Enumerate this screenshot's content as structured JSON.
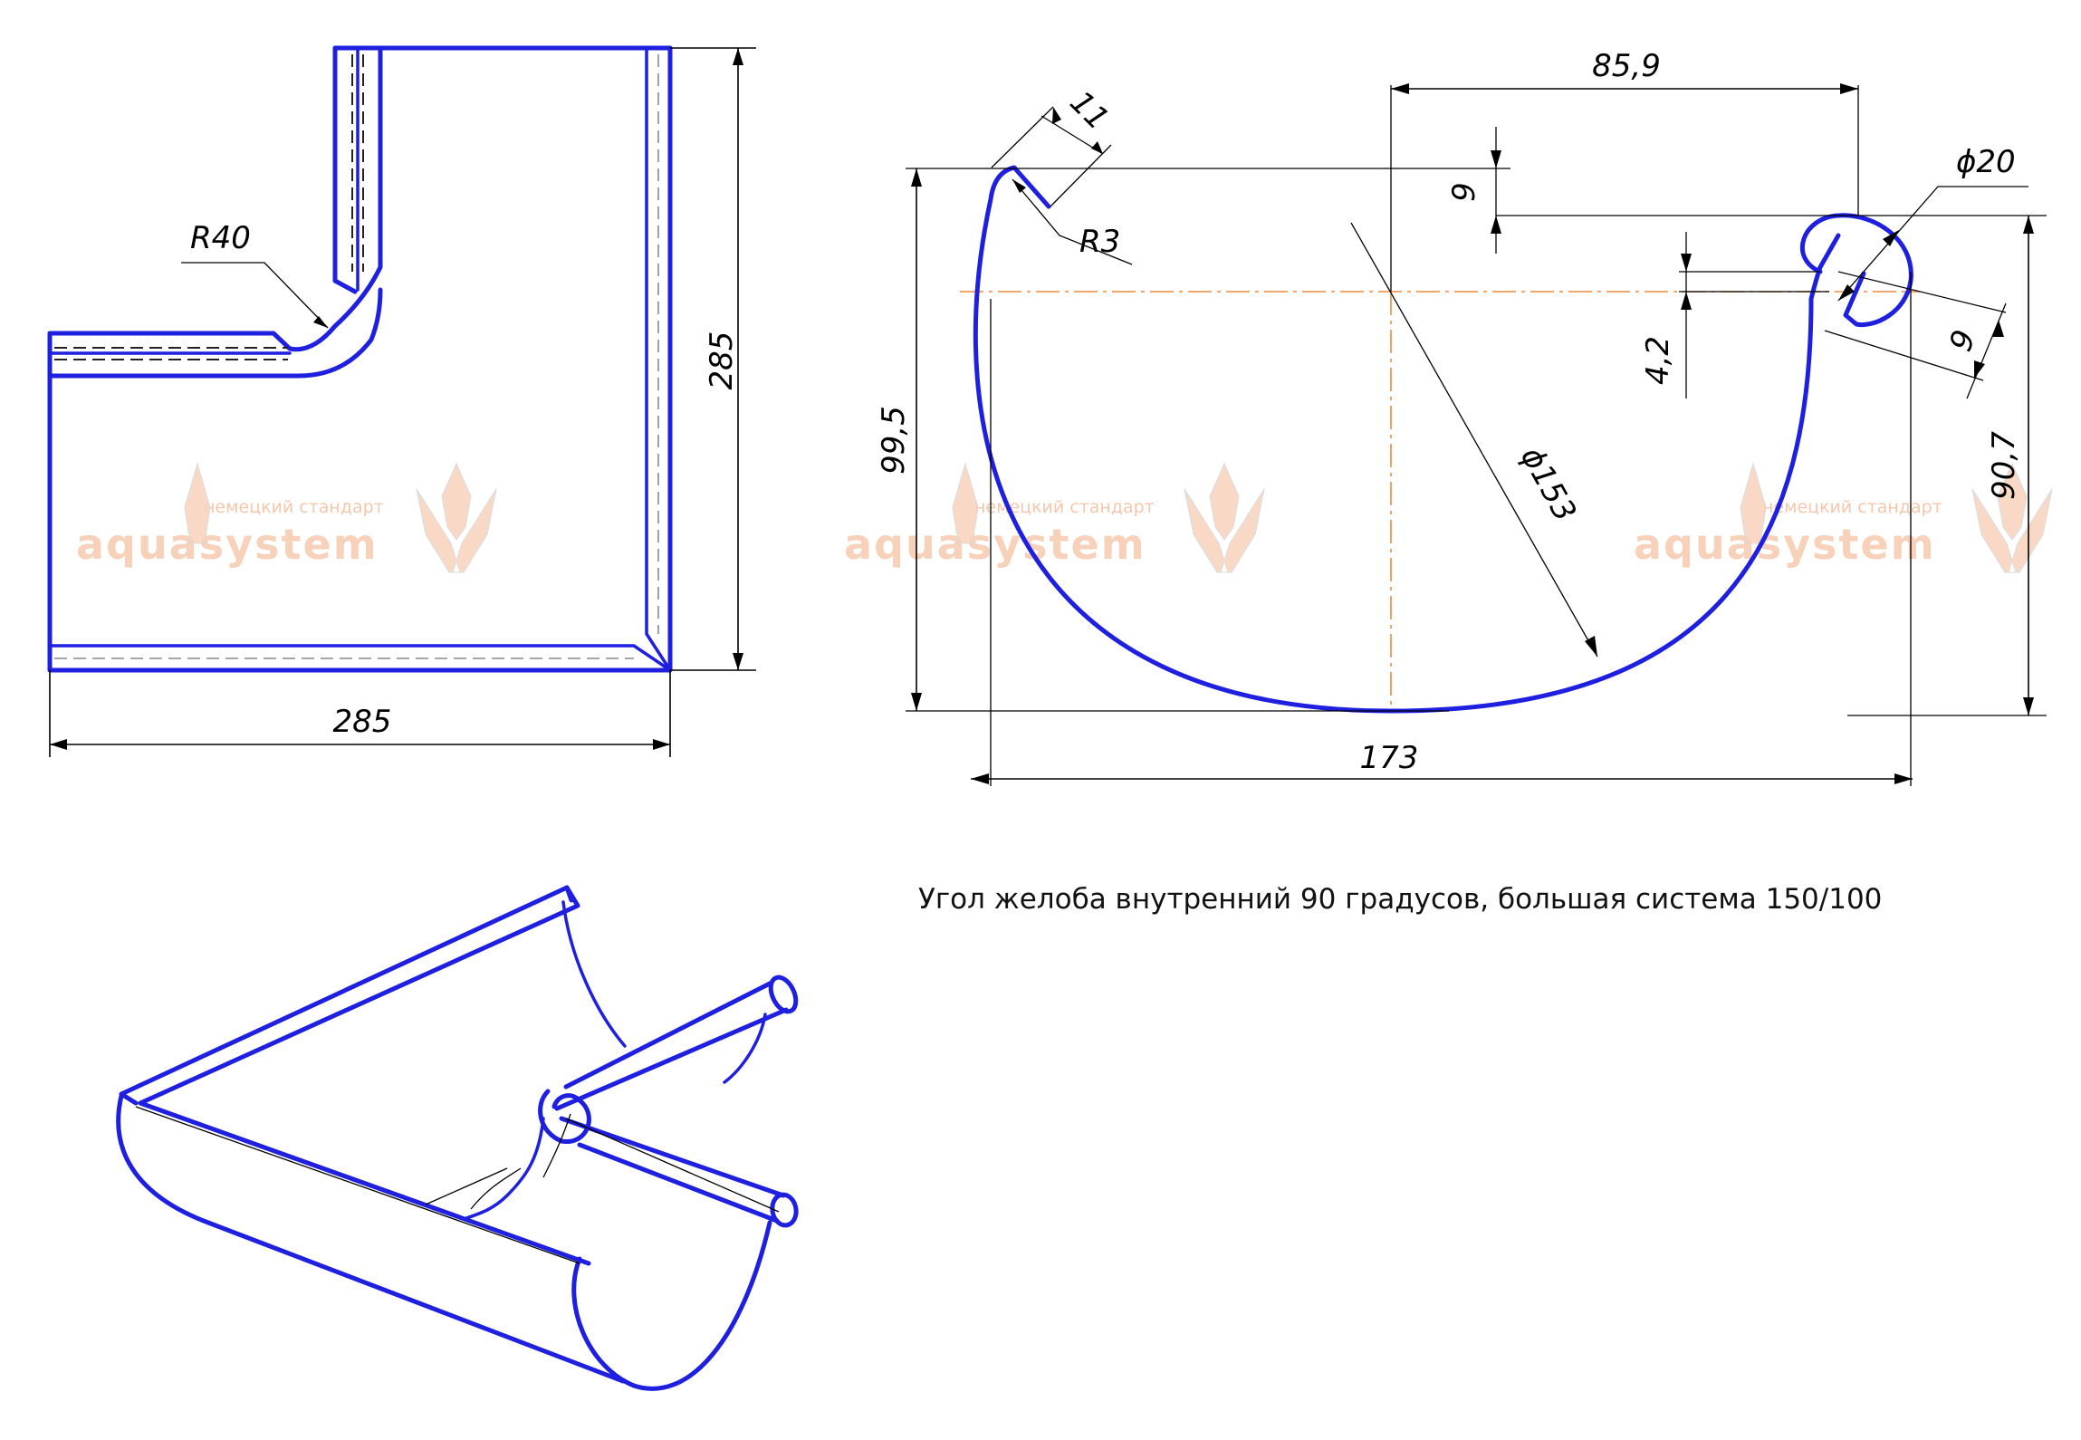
{
  "caption": "Угол  желоба внутренний 90 градусов, большая система 150/100",
  "plan_view": {
    "dims": {
      "radius": "R40",
      "height": "285",
      "width": "285"
    }
  },
  "profile_view": {
    "dims": {
      "top_width": "85,9",
      "bead_depth": "11",
      "bead_radius": "R3",
      "gap_top": "9",
      "roll_diameter": "ϕ20",
      "offset": "4,2",
      "roll_gap": "9",
      "left_height": "99,5",
      "main_diameter": "ϕ153",
      "right_height": "90,7",
      "overall_width": "173"
    }
  },
  "watermark": {
    "word": "aquasystem",
    "tagline": "немецкий стандарт"
  },
  "colors": {
    "outline": "#1f1fe0",
    "centerline": "#f08a3c",
    "watermark": "#f6c9ad"
  }
}
